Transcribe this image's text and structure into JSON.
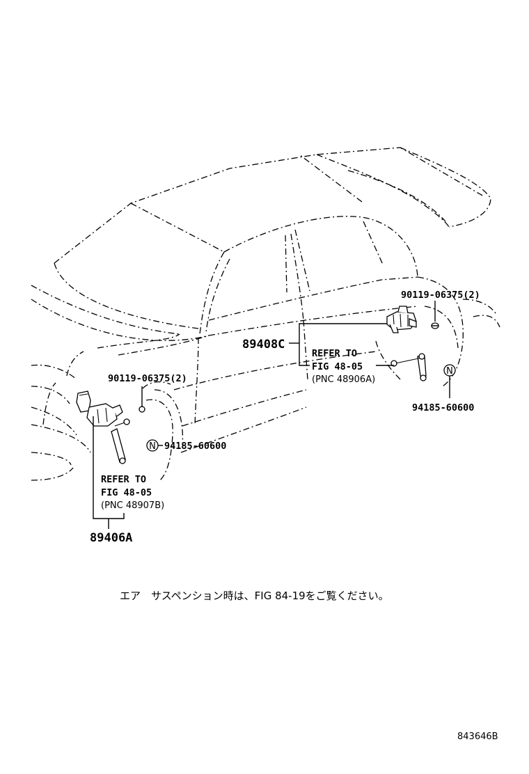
{
  "labels": {
    "bolt_rear": "90119-06375(2)",
    "bolt_front": "90119-06375(2)",
    "nut_rear": "94185-60600",
    "nut_front": "94185-60600",
    "sensor_rear": "89408C",
    "sensor_front": "89406A"
  },
  "refs": {
    "rear": {
      "line1": "REFER TO",
      "line2": "FIG 48-05",
      "line3": "(PNC 48906A)"
    },
    "front": {
      "line1": "REFER TO",
      "line2": "FIG 48-05",
      "line3": "(PNC 48907B)"
    }
  },
  "nut_symbol": "N",
  "note": "エア　サスペンション時は、FIG 84-19をご覧ください。",
  "code": "843646B"
}
